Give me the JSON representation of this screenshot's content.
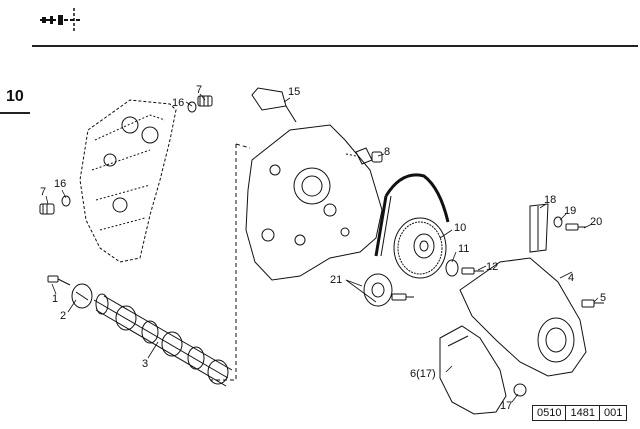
{
  "section_number": "10",
  "callouts": {
    "c1": "1",
    "c2": "2",
    "c3": "3",
    "c4": "4",
    "c5": "5",
    "c6": "6(17)",
    "c7a": "7",
    "c7b": "7",
    "c8": "8",
    "c10": "10",
    "c11": "11",
    "c12": "12",
    "c15": "15",
    "c16a": "16",
    "c16b": "16",
    "c17": "17",
    "c18": "18",
    "c19": "19",
    "c20": "20",
    "c21": "21"
  },
  "reference": {
    "part1": "0510",
    "part2": "1481",
    "part3": "001"
  }
}
